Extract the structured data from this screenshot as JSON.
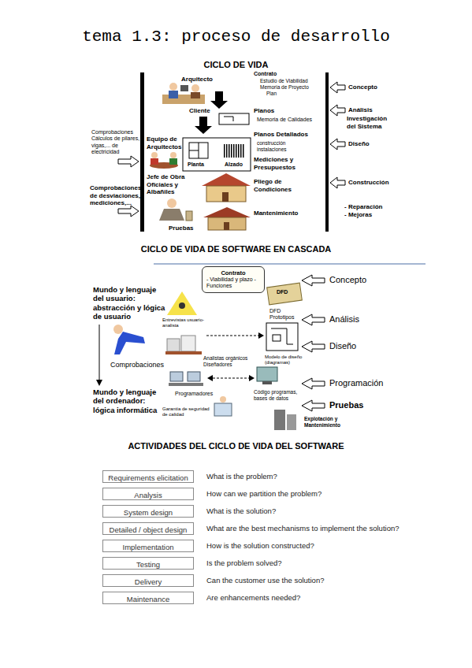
{
  "diagram": {
    "title": "tema 1.3: proceso de desarrollo",
    "nodes": [
      {
        "text": [
          "Contrato",
          "- Viabilidad y plazo - Funciones"
        ]
      },
      {
        "text": [
          "Requirements elicitation"
        ]
      },
      {
        "text": [
          "Analysis"
        ]
      },
      {
        "text": [
          "System design"
        ]
      },
      {
        "text": [
          "Detailed / object design"
        ]
      },
      {
        "text": [
          "Implementation"
        ]
      },
      {
        "text": [
          "Testing"
        ]
      },
      {
        "text": [
          "Delivery"
        ]
      },
      {
        "text": [
          "Maintenance"
        ]
      }
    ],
    "labels": [
      "CICLO DE VIDA",
      "Arquitecto",
      "Contrato",
      "Estudio de Viabilidad",
      "Memoria de Proyecto",
      "Plan",
      "Cliente",
      "Planos",
      "Memoria de Calidades",
      "Comprobaciones Cálculos de pilares, vigas,... de electricidad",
      "Equipo de Arquitectos",
      "Planos Detallados",
      "construcción",
      "instalaciones",
      "Planta",
      "Alzado",
      "Mediciones y Presupuestos",
      "Jefe de Obra Oficiales y Albañiles",
      "Pliego de Condiciones",
      "Comprobaciones de desviaciones, mediciones,...",
      "Mantenimiento",
      "Pruebas",
      "Concepto",
      "Análisis",
      "Investigación del Sistema",
      "Diseño",
      "Construcción",
      "- Reparación",
      "- Mejoras",
      "CICLO DE VIDA DE SOFTWARE EN CASCADA",
      "Mundo y lenguaje del usuario: abstracción y lógica de usuario",
      "Concepto",
      "DFD",
      "DFD Prototipos",
      "Entrevistas usuario-analista",
      "Análisis",
      "Diseño",
      "Analistas orgánicos Diseñadores",
      "Modelo de diseño (diagramas)",
      "Comprobaciones",
      "Programación",
      "Mundo y lenguaje del ordenador: lógica informática",
      "Programadores",
      "Código programas, bases de datos",
      "Pruebas",
      "Garantía de seguridad de calidad",
      "Explotación y Mantenimiento",
      "ACTIVIDADES DEL CICLO DE VIDA DEL SOFTWARE",
      "What is the problem?",
      "How can we partition the problem?",
      "What is the solution?",
      "What are the best mechanisms to implement the solution?",
      "How is the solution constructed?",
      "Is the problem solved?",
      "Can the customer use the solution?",
      "Are enhancements needed?"
    ]
  }
}
